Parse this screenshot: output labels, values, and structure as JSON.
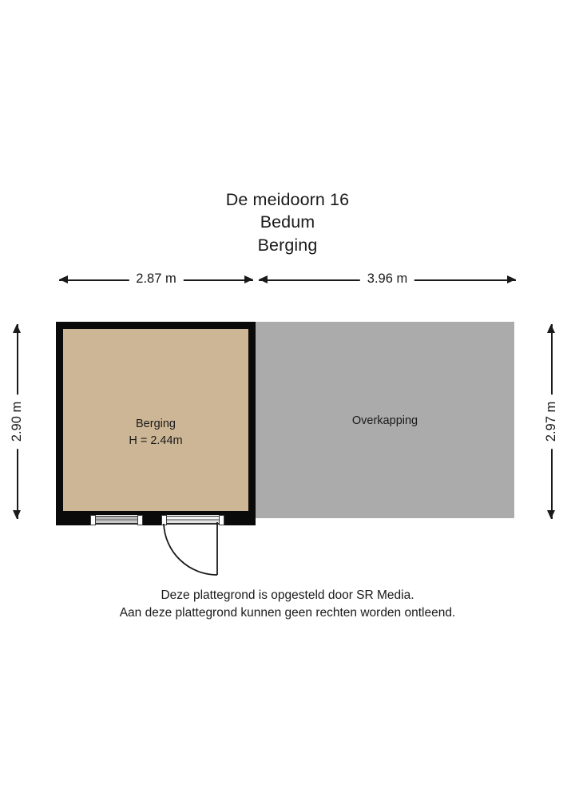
{
  "title": {
    "address": "De meidoorn 16",
    "city": "Bedum",
    "plan_name": "Berging"
  },
  "dimensions": {
    "top_left": "2.87 m",
    "top_right": "3.96 m",
    "left": "2.90 m",
    "right": "2.97 m"
  },
  "rooms": {
    "storage": {
      "name": "Berging",
      "height_label": "H = 2.44m"
    },
    "canopy": {
      "name": "Overkapping"
    }
  },
  "openings": {
    "window_label": "window",
    "door_label": "door",
    "door_swing_label": "door-swing-arc"
  },
  "disclaimer": {
    "line1": "Deze plattegrond is opgesteld door SR Media.",
    "line2": "Aan deze plattegrond kunnen geen rechten worden ontleend."
  },
  "colors": {
    "wall": "#0a0a0a",
    "storage_fill": "#cdb695",
    "canopy_fill": "#ababab",
    "text": "#1a1a1a",
    "background": "#ffffff"
  }
}
